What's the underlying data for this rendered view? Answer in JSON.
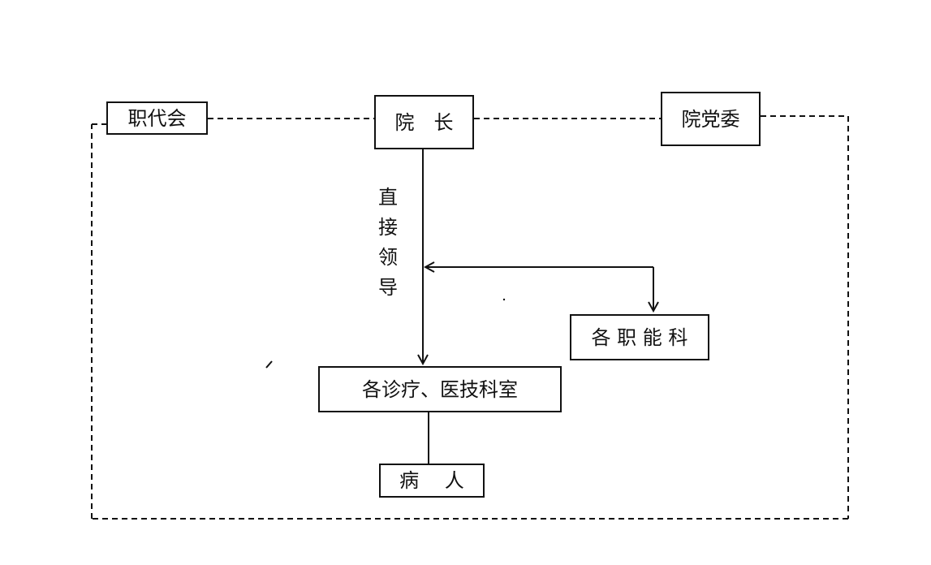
{
  "nodes": {
    "staff_congress": "职代会",
    "president": "院　长",
    "party_committee": "院党委",
    "functional_depts": "各 职 能 科",
    "clinical_depts": "各诊疗、医技科室",
    "patients": "病　 人"
  },
  "edge_label": [
    "直",
    "接",
    "领",
    "导"
  ]
}
